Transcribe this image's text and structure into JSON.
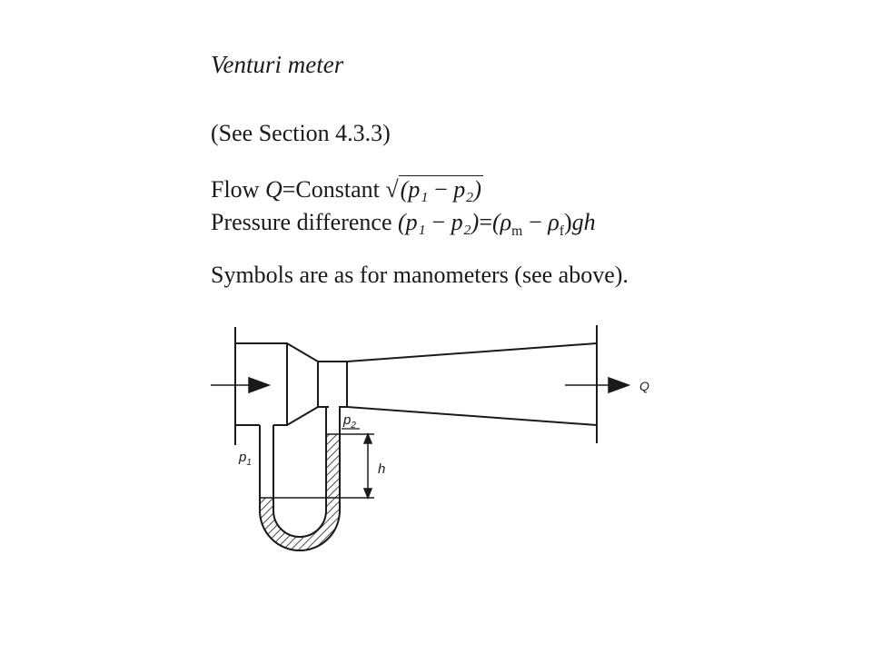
{
  "title": "Venturi meter",
  "section_ref": "(See Section 4.3.3)",
  "flow": {
    "prefix": "Flow ",
    "q": "Q",
    "equals_constant": "=Constant ",
    "sqrt_symbol": "√",
    "radicand": "(p₁ − p₂)"
  },
  "pressure": {
    "prefix": "Pressure difference ",
    "lhs": "(p₁ − p₂)",
    "equals": "=",
    "rhs_open": "(ρ",
    "rhs_m": "m",
    "rhs_minus": " − ρ",
    "rhs_f": "f",
    "rhs_close": ")",
    "rhs_gh": "gh"
  },
  "symbols_note": "Symbols are as for manometers (see above).",
  "diagram_labels": {
    "q": "Q",
    "p1": "p",
    "p1_sub": "1",
    "p2": "p",
    "p2_sub": "2",
    "h": "h"
  }
}
